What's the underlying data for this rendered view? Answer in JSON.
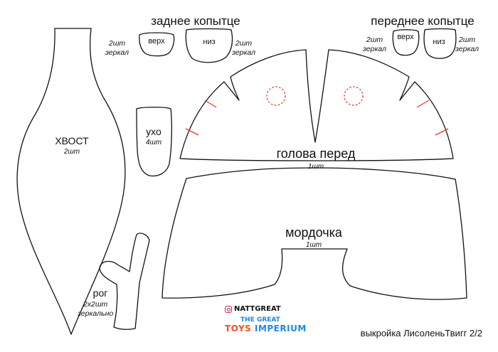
{
  "colors": {
    "outline": "#111111",
    "marks": "#e53935",
    "brand_blue": "#1e88e5",
    "brand_orange": "#f4511e",
    "instagram": "#d81b60"
  },
  "labels": {
    "back_hoof": "заднее копытце",
    "front_hoof": "переднее копытце",
    "top": "верх",
    "bottom": "низ",
    "qty_2": "2шт",
    "mirror": "зеркал",
    "tail": "ХВОСТ",
    "tail_qty": "2шт",
    "ear": "ухо",
    "ear_qty": "4шт",
    "head": "голова перед",
    "head_qty": "1шт",
    "muzzle": "мордочка",
    "muzzle_qty": "1шт",
    "horn": "рог",
    "horn_qty": "2х2шт",
    "horn_mirror": "зеркально"
  },
  "logo": {
    "instagram_handle": "NATTGREAT",
    "brand_line1": "THE GREAT",
    "brand_toys": "TOYS",
    "brand_imperium": "IMPERIUM"
  },
  "footer": {
    "caption": "выкройка ЛисоленьТвигг 2/2"
  }
}
